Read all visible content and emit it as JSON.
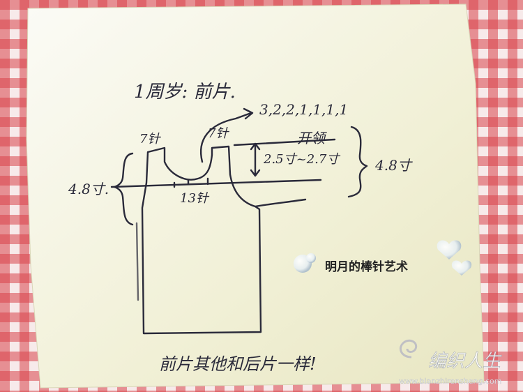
{
  "note": {
    "title": "1周岁: 前片.",
    "decrease_sequence": "3,2,2,1,1,1,1",
    "left_shoulder_stitches": "7针",
    "right_shoulder_stitches": "7针",
    "neck_opening": "开领",
    "neck_depth": "2.5寸~2.7寸",
    "right_height": "4.8寸",
    "left_height": "4.8寸.",
    "center_stitches": "13针",
    "footer": "前片其他和后片一样!"
  },
  "watermark": {
    "caption": "明月的棒针艺术",
    "brand": "编织人生",
    "url": "www.bianzhirensheng.com"
  },
  "colors": {
    "tablecloth_red": "#d8434a",
    "paper": "#f2f1d8",
    "ink": "#2a2a3a"
  }
}
